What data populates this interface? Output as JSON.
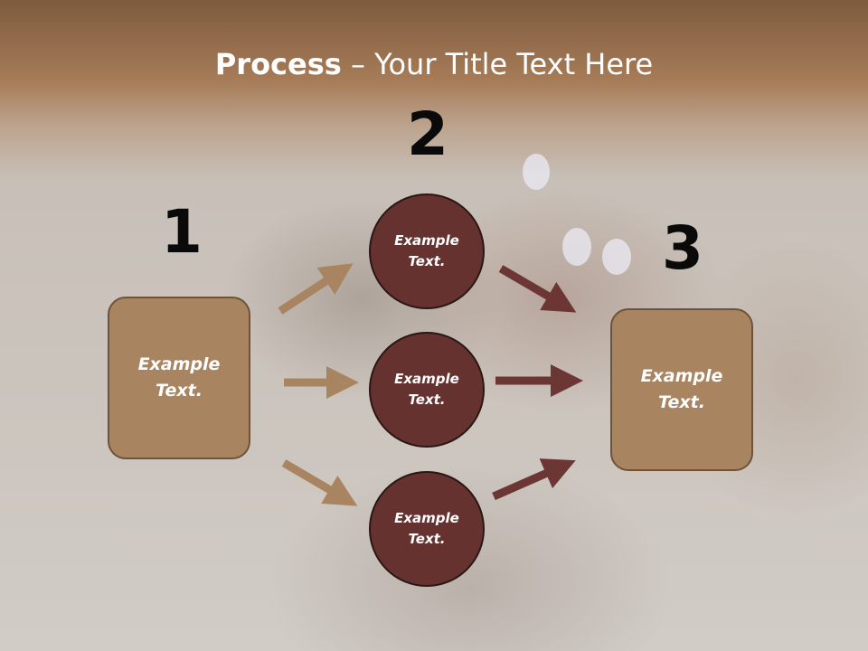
{
  "title": {
    "bold": "Process",
    "rest": " – Your Title Text Here"
  },
  "steps": [
    {
      "number": "1",
      "line1": "Example",
      "line2": "Text."
    },
    {
      "number": "2"
    },
    {
      "number": "3",
      "line1": "Example",
      "line2": "Text."
    }
  ],
  "circles": [
    {
      "line1": "Example",
      "line2": "Text."
    },
    {
      "line1": "Example",
      "line2": "Text."
    },
    {
      "line1": "Example",
      "line2": "Text."
    }
  ],
  "colors": {
    "box_fill": "#a88461",
    "circle_fill": "#653230",
    "arrow_light": "#a88461",
    "arrow_dark": "#6b3634",
    "header_band": "#a77c58"
  }
}
